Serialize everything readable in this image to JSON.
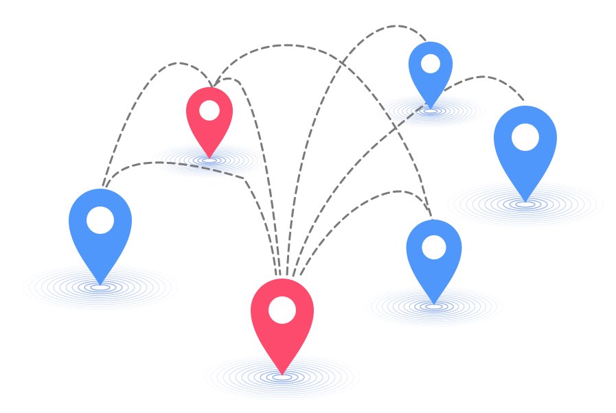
{
  "colors": {
    "background": "#ffffff",
    "pin_blue": "#4f97fb",
    "pin_red": "#fc4b6c",
    "pin_hole": "#ffffff",
    "route": "#7a7a7a",
    "ripple": "#7fa2ec"
  },
  "pins": [
    {
      "id": "pin-red-hub",
      "icon": "map-pin-icon",
      "color": "red"
    },
    {
      "id": "pin-red-small",
      "icon": "map-pin-icon",
      "color": "red"
    },
    {
      "id": "pin-blue-left",
      "icon": "map-pin-icon",
      "color": "blue"
    },
    {
      "id": "pin-blue-top",
      "icon": "map-pin-icon",
      "color": "blue"
    },
    {
      "id": "pin-blue-right",
      "icon": "map-pin-icon",
      "color": "blue"
    },
    {
      "id": "pin-blue-middle",
      "icon": "map-pin-icon",
      "color": "blue"
    }
  ],
  "routes": [
    {
      "from": "pin-red-hub",
      "to": "pin-blue-left"
    },
    {
      "from": "pin-red-hub",
      "to": "pin-red-small"
    },
    {
      "from": "pin-red-hub",
      "to": "pin-blue-top"
    },
    {
      "from": "pin-red-hub",
      "to": "pin-blue-right"
    },
    {
      "from": "pin-red-hub",
      "to": "pin-blue-middle"
    },
    {
      "from": "pin-blue-left",
      "to": "pin-red-small"
    },
    {
      "from": "pin-red-small",
      "to": "pin-blue-middle"
    }
  ]
}
